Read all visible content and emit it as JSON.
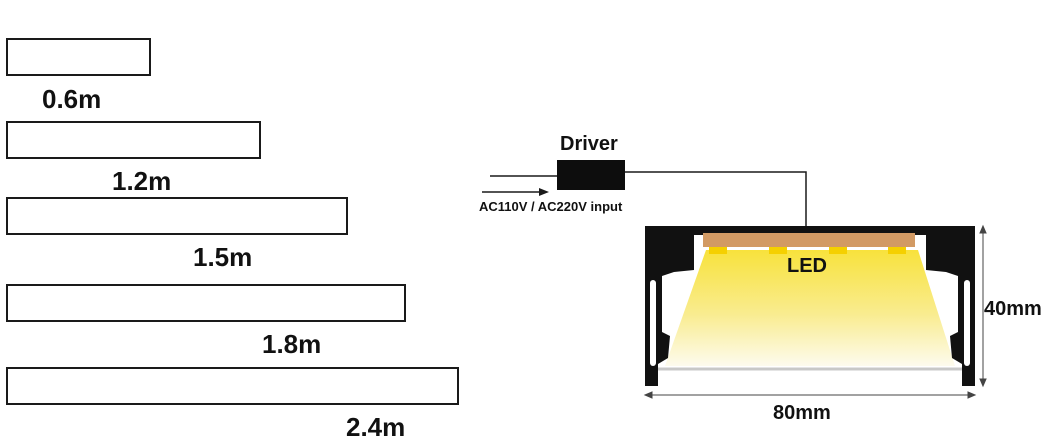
{
  "lengths": [
    {
      "label": "0.6m"
    },
    {
      "label": "1.2m"
    },
    {
      "label": "1.5m"
    },
    {
      "label": "1.8m"
    },
    {
      "label": "2.4m"
    }
  ],
  "diagram": {
    "driver_label": "Driver",
    "input_label": "AC110V / AC220V input",
    "led_label": "LED",
    "height_label": "40mm",
    "width_label": "80mm"
  },
  "colors": {
    "outline": "#1a1a1a",
    "led_board": "#d29a64",
    "led_chip": "#f5d000",
    "light": "#f7e05a"
  }
}
